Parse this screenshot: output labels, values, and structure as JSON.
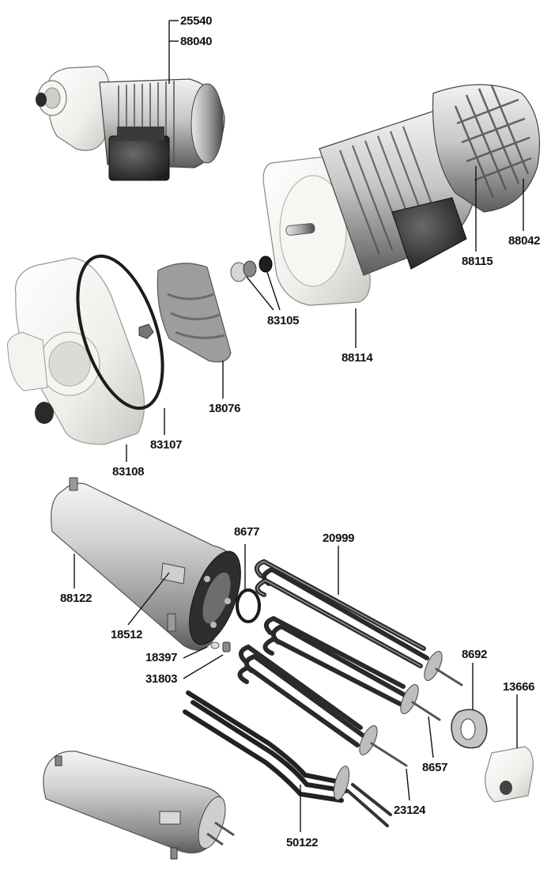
{
  "callouts": [
    {
      "id": "25540",
      "label": "25540"
    },
    {
      "id": "88040",
      "label": "88040"
    },
    {
      "id": "88042",
      "label": "88042"
    },
    {
      "id": "88115",
      "label": "88115"
    },
    {
      "id": "83105",
      "label": "83105"
    },
    {
      "id": "88114",
      "label": "88114"
    },
    {
      "id": "18076",
      "label": "18076"
    },
    {
      "id": "83107",
      "label": "83107"
    },
    {
      "id": "83108",
      "label": "83108"
    },
    {
      "id": "8677",
      "label": "8677"
    },
    {
      "id": "20999",
      "label": "20999"
    },
    {
      "id": "88122",
      "label": "88122"
    },
    {
      "id": "18512",
      "label": "18512"
    },
    {
      "id": "18397",
      "label": "18397"
    },
    {
      "id": "31803",
      "label": "31803"
    },
    {
      "id": "8692",
      "label": "8692"
    },
    {
      "id": "13666",
      "label": "13666"
    },
    {
      "id": "8657",
      "label": "8657"
    },
    {
      "id": "23124",
      "label": "23124"
    },
    {
      "id": "50122",
      "label": "50122"
    }
  ],
  "colors": {
    "ink": "#111111",
    "metal_light": "#d9d9d9",
    "metal_mid": "#9a9a9a",
    "metal_dark": "#3a3a3a",
    "plastic": "#f1f0ea"
  }
}
